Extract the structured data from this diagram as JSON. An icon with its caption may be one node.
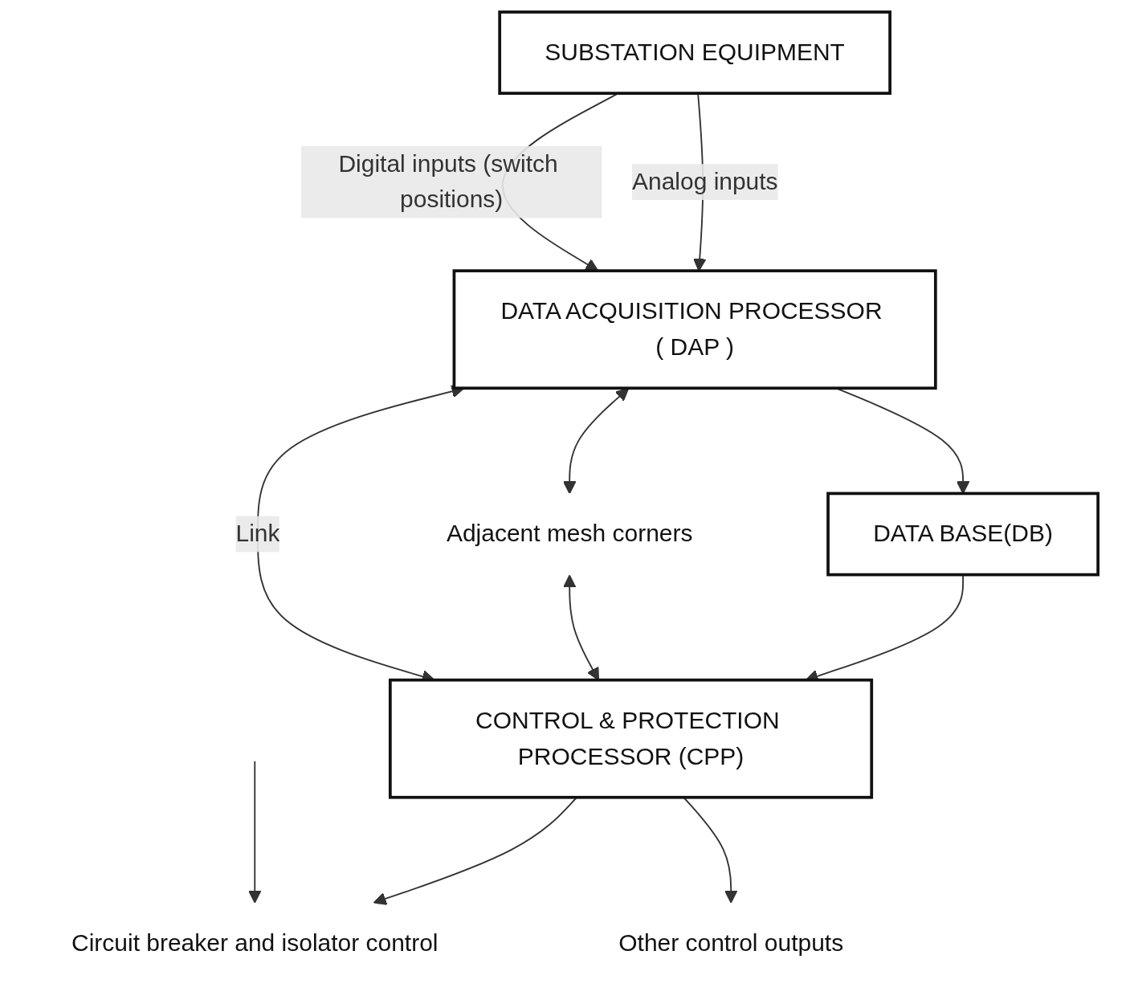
{
  "diagram": {
    "nodes": [
      {
        "text": [
          "SUBSTATION EQUIPMENT"
        ]
      },
      {
        "text": [
          "DATA ACQUISITION PROCESSOR ( DAP )"
        ]
      },
      {
        "text": [
          "DATA BASE(DB)"
        ]
      },
      {
        "text": [
          "CONTROL & PROTECTION PROCESSOR (CPP)"
        ]
      },
      {
        "text": [
          "Adjacent mesh corners"
        ]
      },
      {
        "text": [
          "Circuit breaker and isolator control"
        ]
      },
      {
        "text": [
          "Other control outputs"
        ]
      }
    ],
    "edges": [
      {
        "from": 0,
        "to": 1,
        "arrow": "to",
        "label": "Analog inputs"
      },
      {
        "from": 0,
        "to": 1,
        "arrow": "to",
        "label": "Digital inputs (switch positions)"
      },
      {
        "from": 1,
        "to": 2,
        "arrow": "to"
      },
      {
        "from": 2,
        "to": 3,
        "arrow": "to"
      },
      {
        "from": 1,
        "to": 4,
        "arrow": "both"
      },
      {
        "from": 4,
        "to": 3,
        "arrow": "both"
      },
      {
        "from": 1,
        "to": 3,
        "arrow": "both",
        "label": "Link"
      },
      {
        "from": 3,
        "to": 5,
        "arrow": "to"
      },
      {
        "from": 3,
        "to": 6,
        "arrow": "to"
      },
      {
        "from": null,
        "to": 5,
        "arrow": "to"
      }
    ]
  }
}
